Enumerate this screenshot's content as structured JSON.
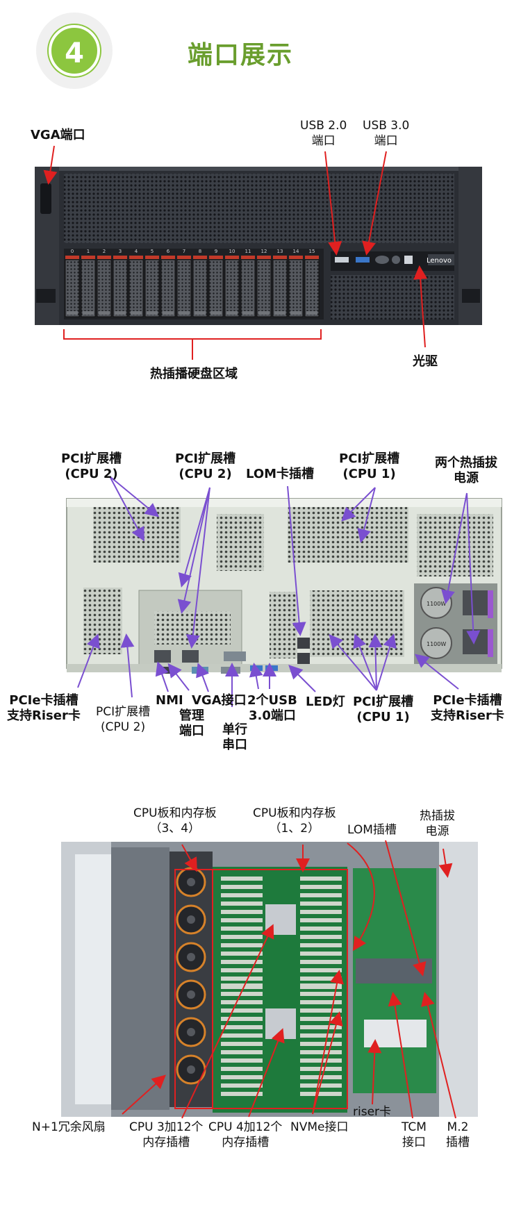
{
  "header": {
    "badge_number": "4",
    "title": "端口展示",
    "accent_color": "#8cc63f",
    "title_color": "#6a9e2e"
  },
  "front_panel": {
    "vga": "VGA端口",
    "usb2_line1": "USB 2.0",
    "usb2_line2": "端口",
    "usb3_line1": "USB 3.0",
    "usb3_line2": "端口",
    "optical": "光驱",
    "hdd_area": "热插播硬盘区域",
    "brand": "Lenovo",
    "bay_numbers": [
      "0",
      "1",
      "2",
      "3",
      "4",
      "5",
      "6",
      "7",
      "8",
      "9",
      "10",
      "11",
      "12",
      "13",
      "14",
      "15"
    ]
  },
  "rear_panel": {
    "pci_cpu2_a_l1": "PCI扩展槽",
    "pci_cpu2_a_l2": "(CPU 2)",
    "pci_cpu2_b_l1": "PCI扩展槽",
    "pci_cpu2_b_l2": "(CPU 2)",
    "lom": "LOM卡插槽",
    "pci_cpu1_top_l1": "PCI扩展槽",
    "pci_cpu1_top_l2": "(CPU 1)",
    "psu_l1": "两个热插拔",
    "psu_l2": "电源",
    "pcie_riser_left_l1": "PCIe卡插槽",
    "pcie_riser_left_l2": "支持Riser卡",
    "pci_cpu2_bottom_l1": "PCI扩展槽",
    "pci_cpu2_bottom_l2": "(CPU 2)",
    "nmi": "NMI",
    "mgmt_l1": "管理",
    "mgmt_l2": "端口",
    "vga": "VGA接口",
    "serial_l1": "单行",
    "serial_l2": "串口",
    "usb_l1": "2个USB",
    "usb_l2": "3.0端口",
    "led": "LED灯",
    "pci_cpu1_bottom_l1": "PCI扩展槽",
    "pci_cpu1_bottom_l2": "(CPU 1)",
    "pcie_riser_right_l1": "PCIe卡插槽",
    "pcie_riser_right_l2": "支持Riser卡",
    "psu_rating": "1100W"
  },
  "internal": {
    "cpu34_l1": "CPU板和内存板",
    "cpu34_l2": "（3、4）",
    "cpu12_l1": "CPU板和内存板",
    "cpu12_l2": "（1、2）",
    "lom": "LOM插槽",
    "hotplug_psu_l1": "热插拔",
    "hotplug_psu_l2": "电源",
    "fan": "N+1冗余风扇",
    "cpu3_l1": "CPU 3加12个",
    "cpu3_l2": "内存插槽",
    "cpu4_l1": "CPU 4加12个",
    "cpu4_l2": "内存插槽",
    "nvme": "NVMe接口",
    "riser": "riser卡",
    "tcm_l1": "TCM",
    "tcm_l2": "接口",
    "m2_l1": "M.2",
    "m2_l2": "插槽"
  }
}
